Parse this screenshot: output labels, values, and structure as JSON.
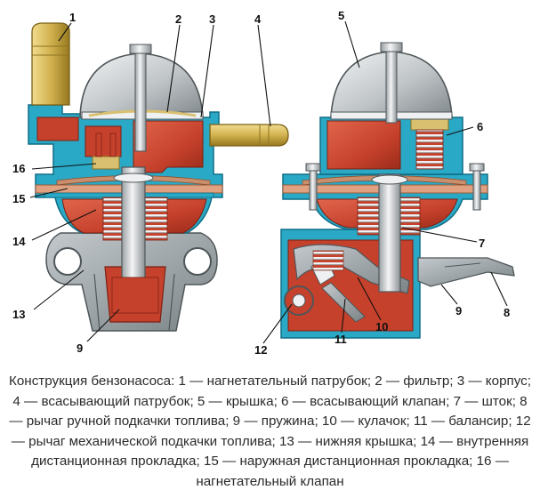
{
  "colors": {
    "water": "#2aa9c6",
    "water_dark": "#137a96",
    "body": "#c6412c",
    "body_dark": "#8a2415",
    "dome": "#cfd3d6",
    "tube": "#d2b24f",
    "tube_dark": "#8e7421",
    "gray": "#a3aaae",
    "gray_dark": "#5e6568",
    "gasket": "#e0a180",
    "steel": "#e6e8ea"
  },
  "callouts": [
    "1",
    "2",
    "3",
    "4",
    "5",
    "6",
    "7",
    "8",
    "9",
    "10",
    "11",
    "12",
    "13",
    "14",
    "15",
    "16",
    "9"
  ],
  "caption": "Конструкция бензонасоса: 1 — нагнетательный патрубок; 2 — фильтр; 3 — корпус; 4 — всасывающий патрубок; 5 — крышка; 6 — всасывающий клапан; 7 — шток; 8 — рычаг ручной подкачки топлива; 9 — пружина; 10 — кулачок; 11 — балансир; 12 — рычаг механической подкачки топлива; 13 — нижняя крышка; 14 — внутренняя дистанционная прокладка; 15 — наружная дистанционная прокладка; 16 — нагнетательный клапан"
}
